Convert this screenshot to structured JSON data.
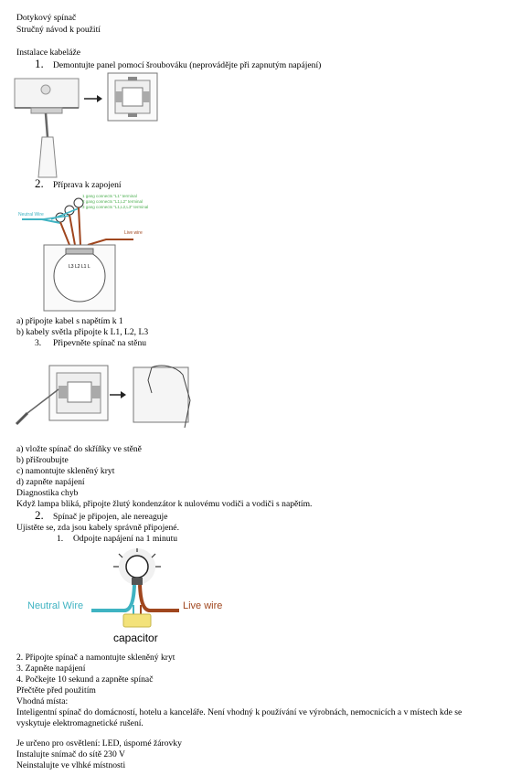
{
  "title": "Dotykový spínač",
  "subtitle": "Stručný návod k použití",
  "section_install": "Instalace kabeláže",
  "steps": {
    "s1_num": "1.",
    "s1_text": "Demontujte panel pomocí šroubováku (neprovádějte při zapnutým napájení)",
    "s2_num": "2.",
    "s2_text": "Příprava k zapojení",
    "s3_num": "3.",
    "s3_text": "Připevněte spínač na stěnu"
  },
  "wiring_labels": {
    "neutral": "Neutral Wire",
    "live": "Live wire",
    "g1": "1 gang connects \"L1\" terminal",
    "g2": "2 gang connects \"L1,L2\" terminal",
    "g3": "3 gang connects \"L1,L2,L3\" terminal",
    "terminals": "L3 L2 L1 L"
  },
  "prep_lines": {
    "a": "a) připojte kabel s napětím k 1",
    "b": "b) kabely světla připojte k L1, L2, L3"
  },
  "mount_lines": {
    "a": "a) vložte spínač do skříňky ve stěně",
    "b": "b) přišroubujte",
    "c": "c) namontujte skleněný kryt",
    "d": "d) zapněte napájení"
  },
  "diag": {
    "heading": "Diagnostika chyb",
    "text": "Když lampa bliká, připojte žlutý kondenzátor k nulovému vodiči a vodiči s napětím.",
    "p2_num": "2.",
    "p2_text": "Spínač je připojen, ale nereaguje",
    "check": "Ujistěte se, zda jsou kabely správně připojené.",
    "sub1_num": "1.",
    "sub1_text": "Odpojte napájení na 1 minutu"
  },
  "capacitor_fig": {
    "neutral": "Neutral Wire",
    "live": "Live wire",
    "capacitor": "capacitor"
  },
  "after_lines": {
    "l2": "2. Připojte spínač a namontujte skleněný kryt",
    "l3": "3. Zapněte napájení",
    "l4": "4. Počkejte 10 sekund a zapněte spínač",
    "read": "Přečtěte před použitím",
    "places": "Vhodná místa:",
    "intel1": "Inteligentní spínač do domácností, hotelu a kanceláře. Není vhodný k používání ve výrobnách, nemocnicích a v místech kde se",
    "intel2": "vyskytuje elektromagnetické rušení.",
    "use": "Je určeno pro osvětlení: LED, úsporné žárovky",
    "install": "Instalujte snímač do sítě 230 V",
    "humid": "Neinstalujte ve vlhké místnosti"
  },
  "colors": {
    "brown": "#a0461e",
    "teal": "#3fb3c2",
    "yellow": "#f3e27a",
    "green_text": "#4caf50"
  }
}
